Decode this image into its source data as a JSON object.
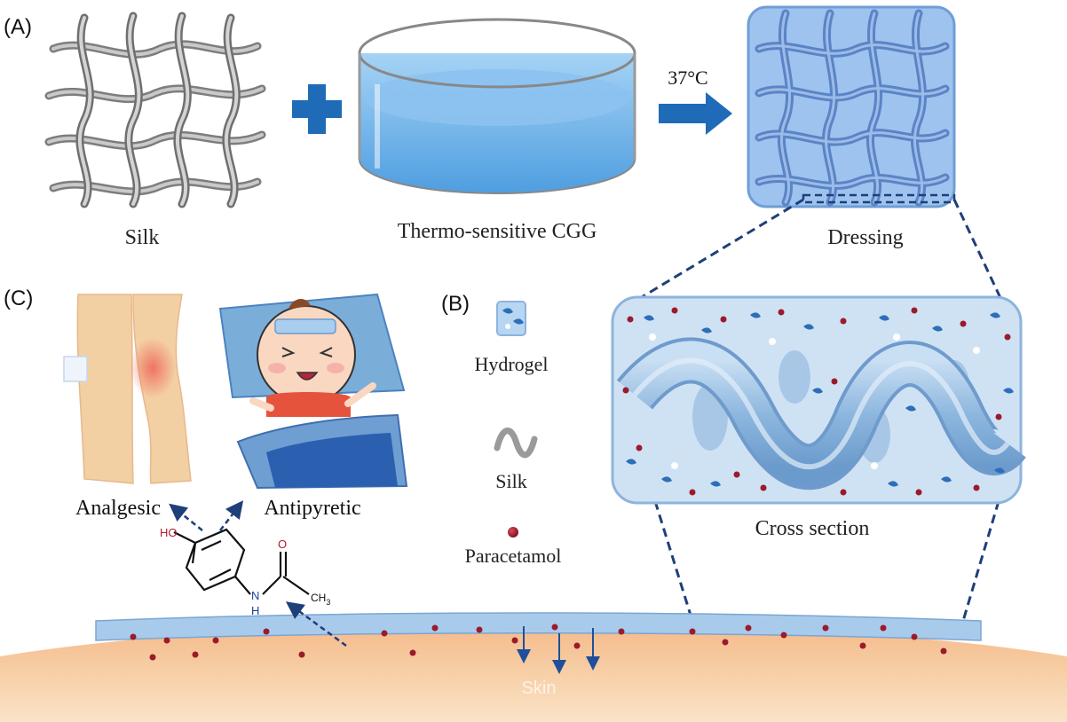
{
  "panels": {
    "a": "(A)",
    "b": "(B)",
    "c": "(C)"
  },
  "top_row": {
    "silk_label": "Silk",
    "cgg_label": "Thermo-sensitive CGG",
    "temperature": "37°C",
    "dressing_label": "Dressing"
  },
  "legend": {
    "hydrogel": "Hydrogel",
    "silk": "Silk",
    "paracetamol": "Paracetamol"
  },
  "cross_section_label": "Cross section",
  "effects": {
    "analgesic": "Analgesic",
    "antipyretic": "Antipyretic"
  },
  "molecule": {
    "ho": "HO",
    "n": "N",
    "h": "H",
    "o": "O",
    "ch3": "CH",
    "ch3_sub": "3"
  },
  "skin_label": "Skin",
  "colors": {
    "hydrogel_blue": "#9cc4ea",
    "arrow_blue": "#1f6bb8",
    "paracetamol_red": "#9b1a2c",
    "skin": "#f6c89c",
    "dashed_line": "#1e3f7a"
  }
}
